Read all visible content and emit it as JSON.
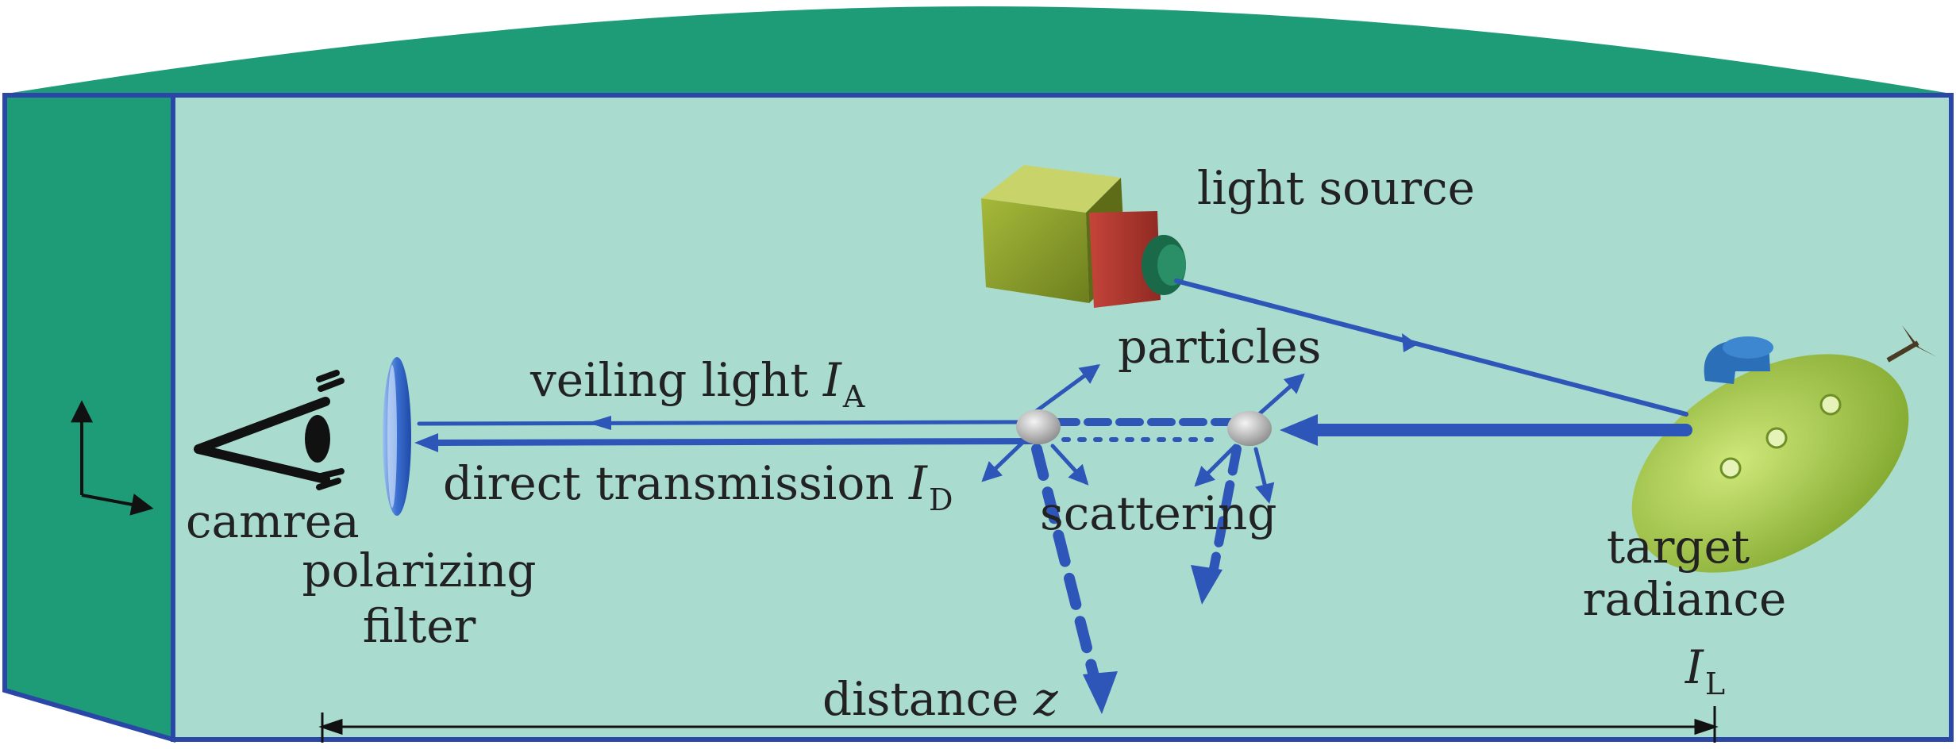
{
  "labels": {
    "light_source": "light source",
    "particles": "particles",
    "veiling_light": "veiling light",
    "veiling_symbol": "I",
    "veiling_sub": "A",
    "direct_transmission": "direct transmission",
    "direct_symbol": "I",
    "direct_sub": "D",
    "camera": "camrea",
    "polarizing_filter_line1": "polarizing",
    "polarizing_filter_line2": "filter",
    "scattering": "scattering",
    "target_line1": "target",
    "target_line2": "radiance",
    "target_symbol": "I",
    "target_sub": "L",
    "distance": "distance",
    "distance_symbol": "z"
  },
  "colors": {
    "water": "#a9dccf",
    "tank_edge": "#1e9b77",
    "tank_border": "#2a47a8",
    "ray": "#2e55b8",
    "text": "#222222"
  }
}
